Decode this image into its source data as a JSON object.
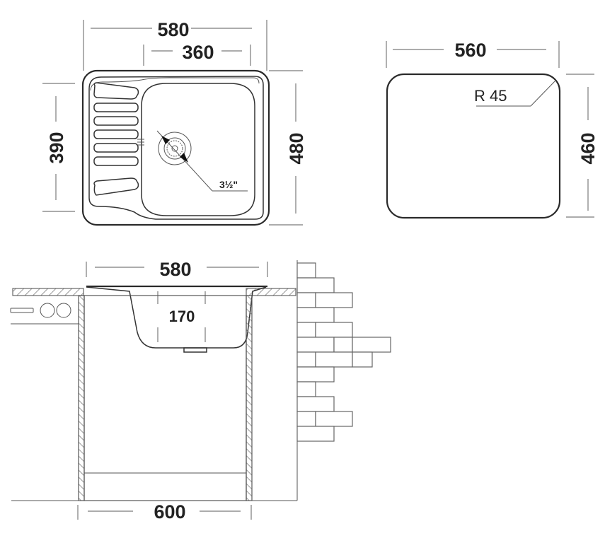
{
  "top_view": {
    "overall_width": "580",
    "bowl_width": "360",
    "depth_left": "390",
    "overall_depth": "480",
    "drain_size": "3½\""
  },
  "cutout_view": {
    "width": "560",
    "depth": "460",
    "corner_radius": "R 45"
  },
  "section_view": {
    "sink_width": "580",
    "bowl_depth": "170",
    "cabinet_width": "600"
  },
  "colors": {
    "line": "#2a2a2a",
    "dimension": "#7a7a7a",
    "background": "#ffffff"
  }
}
